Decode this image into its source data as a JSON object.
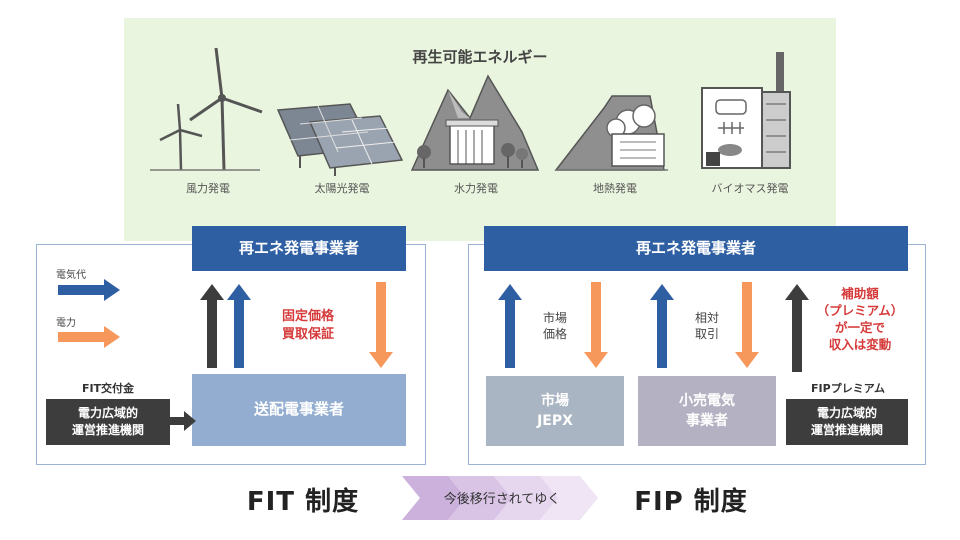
{
  "renewable": {
    "title": "再生可能エネルギー",
    "plants": [
      {
        "label": "風力発電",
        "icon": "wind-turbine-icon"
      },
      {
        "label": "太陽光発電",
        "icon": "solar-panel-icon"
      },
      {
        "label": "水力発電",
        "icon": "hydro-dam-icon"
      },
      {
        "label": "地熱発電",
        "icon": "geothermal-plant-icon"
      },
      {
        "label": "バイオマス発電",
        "icon": "biomass-plant-icon"
      }
    ]
  },
  "fit": {
    "operator": "再エネ発電事業者",
    "legend_money": "電気代",
    "legend_power": "電力",
    "grant_label": "FIT交付金",
    "occto": "電力広域的\n運営推進機関",
    "guarantee": "固定価格\n買取保証",
    "td_operator": "送配電事業者",
    "title": "FIT 制度"
  },
  "fip": {
    "operator": "再エネ発電事業者",
    "market_price": "市場\n価格",
    "bilateral": "相対\n取引",
    "subsidy": "補助額\n（プレミアム）\nが一定で\n収入は変動",
    "market": "市場\nJEPX",
    "retailer": "小売電気\n事業者",
    "premium_label": "FIPプレミアム",
    "occto": "電力広域的\n運営推進機関",
    "title": "FIP 制度"
  },
  "transition": "今後移行されてゆく",
  "colors": {
    "blue": "#2f5fa3",
    "orange": "#f6975c",
    "dark": "#3d3d3d",
    "red": "#d63a3a",
    "panel_green": "#eaf5df",
    "light_blue": "#93add1",
    "grey_blue": "#a9b5c2",
    "grey_purple": "#b4b2c2",
    "chevron": "#cbb1dc"
  }
}
